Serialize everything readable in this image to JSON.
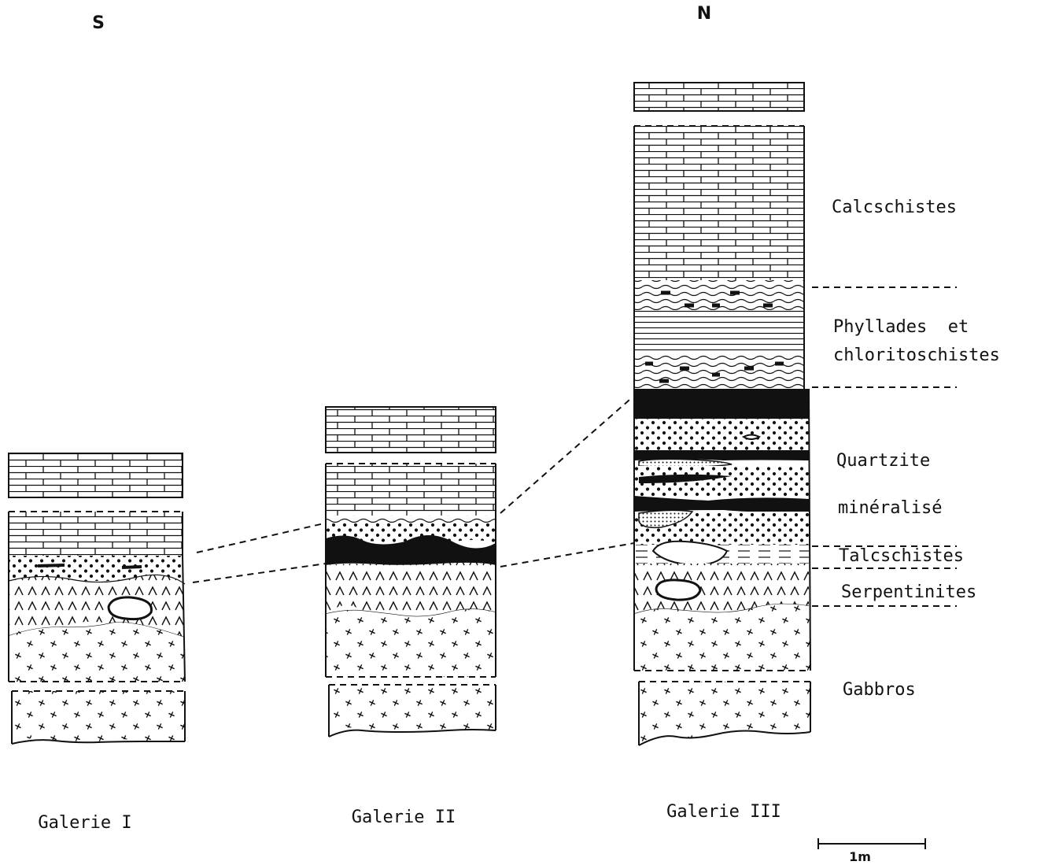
{
  "orientation": {
    "south": "S",
    "north": "N"
  },
  "columns": [
    {
      "id": "galerie-1",
      "label": "Galerie I"
    },
    {
      "id": "galerie-2",
      "label": "Galerie II"
    },
    {
      "id": "galerie-3",
      "label": "Galerie III"
    }
  ],
  "legend": {
    "calcschistes": "Calcschistes",
    "phyllades_1": "Phyllades  et",
    "phyllades_2": "chloritoschistes",
    "quartzite_1": "Quartzite",
    "quartzite_2": "minéralisé",
    "talcschistes": "Talcschistes",
    "serpentinites": "Serpentinites",
    "gabbros": "Gabbros"
  },
  "scale": {
    "label": "1m"
  },
  "lithology": [
    "calcschistes",
    "phyllades-chloritoschistes",
    "quartzite-mineralise",
    "talcschistes",
    "serpentinites",
    "gabbros"
  ]
}
